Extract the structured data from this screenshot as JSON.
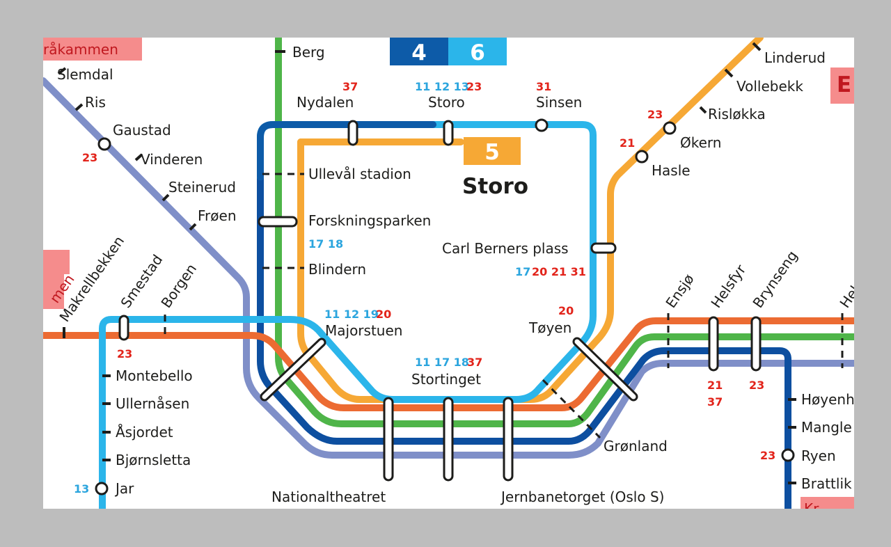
{
  "colors": {
    "line1": "#0d5ba8",
    "line2": "#7f8fc8",
    "line3": "#ec6b32",
    "line4": "#0d4fa0",
    "line5": "#f6a835",
    "line6": "#2bb5ea",
    "green": "#4fb549",
    "zone_pink": "#f58c8c",
    "bus_red": "#e2231a",
    "bus_blue": "#2ba5de"
  },
  "badges": {
    "line4": "4",
    "line6": "6",
    "line5": "5"
  },
  "area_title": "Storo",
  "zone_tags": {
    "top_left": "råkammen",
    "right": "E",
    "left_mid": "men",
    "bottom_right": "Kr"
  },
  "stations": {
    "berg": "Berg",
    "nydalen": "Nydalen",
    "storo": "Storo",
    "sinsen": "Sinsen",
    "ulleval": "Ullevål stadion",
    "forskning": "Forskningsparken",
    "blindern": "Blindern",
    "carl_berner": "Carl Berners plass",
    "majorstuen": "Majorstuen",
    "toyen": "Tøyen",
    "stortinget": "Stortinget",
    "nationaltheatret": "Nationaltheatret",
    "jernbanetorget": "Jernbanetorget (Oslo S)",
    "gronland": "Grønland",
    "slemdal": "Slemdal",
    "ris": "Ris",
    "gaustad": "Gaustad",
    "vinderen": "Vinderen",
    "steinerud": "Steinerud",
    "froen": "Frøen",
    "makrellbekken": "Makrellbekken",
    "smestad": "Smestad",
    "borgen": "Borgen",
    "montebello": "Montebello",
    "ullernasen": "Ullernåsen",
    "asjordet": "Åsjordet",
    "bjornsletta": "Bjørnsletta",
    "jar": "Jar",
    "linderud": "Linderud",
    "vollebekk": "Vollebekk",
    "risloekka": "Risløkka",
    "okern": "Økern",
    "hasle": "Hasle",
    "ensjo": "Ensjø",
    "helsfyr": "Helsfyr",
    "brynseng": "Brynseng",
    "hel": "Hel",
    "hoyenh": "Høyenh",
    "mangle": "Mangle",
    "ryen": "Ryen",
    "brattlik": "Brattlik"
  },
  "bus": {
    "nydalen": "37",
    "storo_a": "11 12 13",
    "storo_b": "23",
    "sinsen": "31",
    "forskning": "17 18",
    "carl_a": "17",
    "carl_b": "20 21 31",
    "majorstuen_a": "11 12 19",
    "majorstuen_b": "20",
    "toyen": "20",
    "stortinget_a": "11 17 18",
    "stortinget_b": "37",
    "gaustad": "23",
    "smestad": "23",
    "jar": "13",
    "okern": "23",
    "hasle": "21",
    "helsfyr_a": "21",
    "helsfyr_b": "37",
    "brynseng": "23",
    "ryen": "23"
  }
}
